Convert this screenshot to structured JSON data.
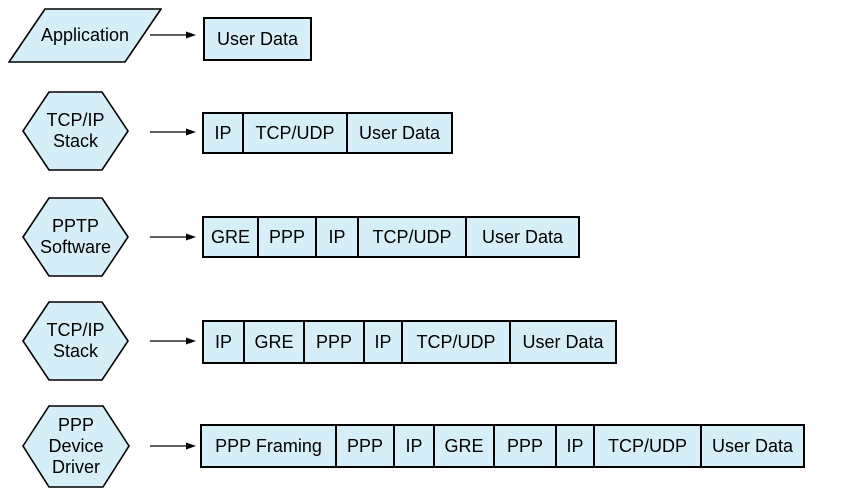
{
  "colors": {
    "background": "#FFFFFF",
    "shape_fill": "#D6EEF8",
    "shape_border": "#000000",
    "arrow": "#000000",
    "text": "#000000"
  },
  "diagram": {
    "rows": [
      {
        "stage_shape": "parallelogram",
        "stage_lines": [
          "Application"
        ],
        "cells": [
          "User Data"
        ]
      },
      {
        "stage_shape": "hexagon",
        "stage_lines": [
          "TCP/IP",
          "Stack"
        ],
        "cells": [
          "IP",
          "TCP/UDP",
          "User Data"
        ]
      },
      {
        "stage_shape": "hexagon",
        "stage_lines": [
          "PPTP",
          "Software"
        ],
        "cells": [
          "GRE",
          "PPP",
          "IP",
          "TCP/UDP",
          "User Data"
        ]
      },
      {
        "stage_shape": "hexagon",
        "stage_lines": [
          "TCP/IP",
          "Stack"
        ],
        "cells": [
          "IP",
          "GRE",
          "PPP",
          "IP",
          "TCP/UDP",
          "User Data"
        ]
      },
      {
        "stage_shape": "hexagon",
        "stage_lines": [
          "PPP",
          "Device",
          "Driver"
        ],
        "cells": [
          "PPP Framing",
          "PPP",
          "IP",
          "GRE",
          "PPP",
          "IP",
          "TCP/UDP",
          "User Data"
        ]
      }
    ]
  }
}
